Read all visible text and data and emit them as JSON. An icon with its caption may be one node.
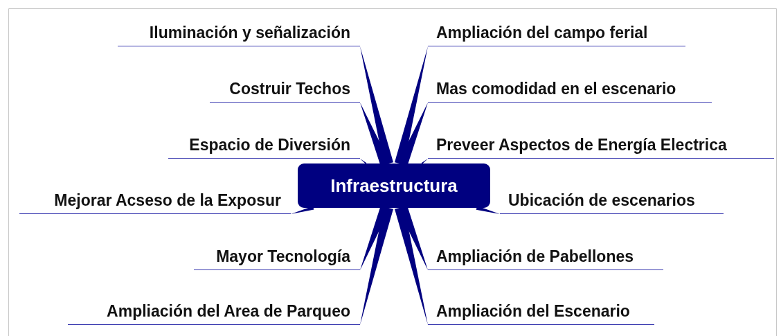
{
  "diagram": {
    "nodes": [
      {
        "text": [
          "Infraestructura"
        ]
      },
      {
        "text": [
          "Iluminación y señalización"
        ]
      },
      {
        "text": [
          "Costruir Techos"
        ]
      },
      {
        "text": [
          "Espacio de Diversión"
        ]
      },
      {
        "text": [
          "Mejorar Acseso de la Exposur"
        ]
      },
      {
        "text": [
          "Mayor Tecnología"
        ]
      },
      {
        "text": [
          "Ampliación del Area de Parqueo"
        ]
      },
      {
        "text": [
          "Ampliación del campo ferial"
        ]
      },
      {
        "text": [
          "Mas comodidad en el escenario"
        ]
      },
      {
        "text": [
          "Preveer Aspectos de Energía Electrica"
        ]
      },
      {
        "text": [
          "Ubicación de escenarios"
        ]
      },
      {
        "text": [
          "Ampliación de Pabellones"
        ]
      },
      {
        "text": [
          "Ampliación del Escenario"
        ]
      }
    ],
    "edges": [
      {
        "from": 0,
        "to": 1,
        "arrow": "none"
      },
      {
        "from": 0,
        "to": 2,
        "arrow": "none"
      },
      {
        "from": 0,
        "to": 3,
        "arrow": "none"
      },
      {
        "from": 0,
        "to": 4,
        "arrow": "none"
      },
      {
        "from": 0,
        "to": 5,
        "arrow": "none"
      },
      {
        "from": 0,
        "to": 6,
        "arrow": "none"
      },
      {
        "from": 0,
        "to": 7,
        "arrow": "none"
      },
      {
        "from": 0,
        "to": 8,
        "arrow": "none"
      },
      {
        "from": 0,
        "to": 9,
        "arrow": "none"
      },
      {
        "from": 0,
        "to": 10,
        "arrow": "none"
      },
      {
        "from": 0,
        "to": 11,
        "arrow": "none"
      },
      {
        "from": 0,
        "to": 12,
        "arrow": "none"
      }
    ]
  }
}
